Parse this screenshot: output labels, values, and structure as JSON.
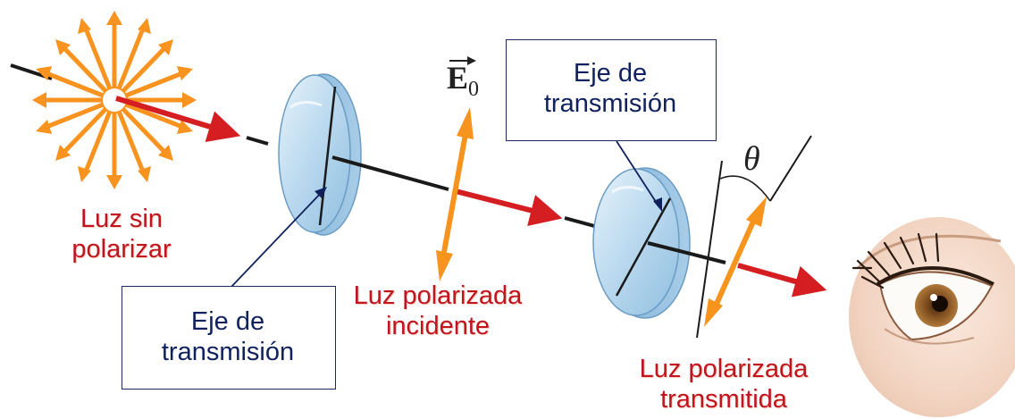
{
  "labels": {
    "unpolarized_light": [
      "Luz sin",
      "polarizar"
    ],
    "incident_polarized_light": [
      "Luz polarizada",
      "incidente"
    ],
    "transmitted_polarized_light": [
      "Luz polarizada",
      "transmitida"
    ],
    "transmission_axis_left": [
      "Eje de",
      "transmisión"
    ],
    "transmission_axis_right": [
      "Eje de",
      "transmisión"
    ]
  },
  "symbols": {
    "field_letter": "E",
    "field_subscript": "0",
    "angle": "θ"
  },
  "colors": {
    "label_red": "#c0141e",
    "box_text_navy": "#10225e",
    "beam_red": "#d41e22",
    "star_orange": "#f7931e",
    "field_arrow_orange": "#f7941d",
    "polarizer_blue": "#bcd9ee"
  }
}
